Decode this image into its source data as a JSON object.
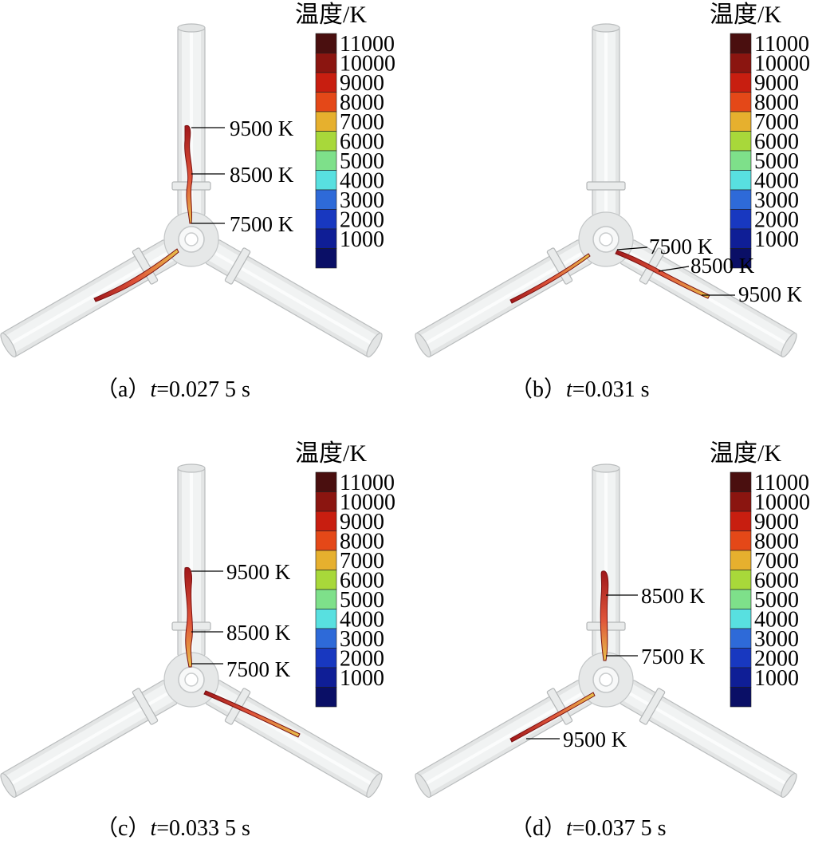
{
  "legend": {
    "title": "温度/K",
    "ticks": [
      "11000",
      "10000",
      "9000",
      "8000",
      "7000",
      "6000",
      "5000",
      "4000",
      "3000",
      "2000",
      "1000"
    ],
    "colors": [
      "#4a0f0f",
      "#8b1510",
      "#c81e10",
      "#e44818",
      "#e6b02e",
      "#a8d83a",
      "#7ee08a",
      "#58e0e0",
      "#2e6ad8",
      "#1838c0",
      "#0f1e96",
      "#0a0f66"
    ]
  },
  "panels": [
    {
      "label": "（a）",
      "t_symbol": "t",
      "t_value": "=0.027 5 s",
      "annotations": [
        "9500 K",
        "8500 K",
        "7500 K"
      ]
    },
    {
      "label": "（b）",
      "t_symbol": "t",
      "t_value": "=0.031 s",
      "annotations": [
        "7500 K",
        "8500 K",
        "9500 K"
      ]
    },
    {
      "label": "（c）",
      "t_symbol": "t",
      "t_value": "=0.033 5 s",
      "annotations": [
        "9500 K",
        "8500 K",
        "7500 K"
      ]
    },
    {
      "label": "（d）",
      "t_symbol": "t",
      "t_value": "=0.037 5 s",
      "annotations": [
        "8500 K",
        "7500 K",
        "9500 K"
      ]
    }
  ]
}
